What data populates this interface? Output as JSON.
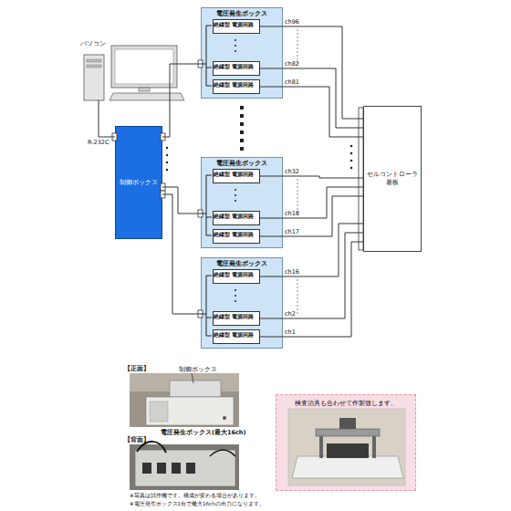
{
  "diagram": {
    "nodes": [
      {
        "text": [
          "パソコン"
        ]
      },
      {
        "text": [
          "制御ボックス"
        ]
      },
      {
        "text": [
          "電圧発生ボックス"
        ]
      },
      {
        "text": [
          "絶縁型 電源回路"
        ],
        "in": 2
      },
      {
        "text": [
          "絶縁型 電源回路"
        ],
        "in": 2
      },
      {
        "text": [
          "絶縁型 電源回路"
        ],
        "in": 2
      },
      {
        "text": [
          "電圧発生ボックス"
        ]
      },
      {
        "text": [
          "絶縁型 電源回路"
        ],
        "in": 6
      },
      {
        "text": [
          "絶縁型 電源回路"
        ],
        "in": 6
      },
      {
        "text": [
          "絶縁型 電源回路"
        ],
        "in": 6
      },
      {
        "text": [
          "電圧発生ボックス"
        ]
      },
      {
        "text": [
          "絶縁型 電源回路"
        ],
        "in": 10
      },
      {
        "text": [
          "絶縁型 電源回路"
        ],
        "in": 10
      },
      {
        "text": [
          "絶縁型 電源回路"
        ],
        "in": 10
      },
      {
        "text": [
          "セルコントローラ 基板"
        ]
      },
      {
        "text": [
          "検査治具も合わせて作製致します。"
        ]
      }
    ],
    "edges": [
      {
        "from": 0,
        "to": 1,
        "arrow": "none",
        "label": "R-232C"
      },
      {
        "from": 1,
        "to": 2,
        "arrow": "none"
      },
      {
        "from": 1,
        "to": 6,
        "arrow": "none"
      },
      {
        "from": 1,
        "to": 10,
        "arrow": "none"
      },
      {
        "from": 3,
        "to": 14,
        "arrow": "none",
        "label": "ch96"
      },
      {
        "from": 4,
        "to": 14,
        "arrow": "none",
        "label": "ch82"
      },
      {
        "from": 5,
        "to": 14,
        "arrow": "none",
        "label": "ch81"
      },
      {
        "from": 7,
        "to": 14,
        "arrow": "none",
        "label": "ch32"
      },
      {
        "from": 8,
        "to": 14,
        "arrow": "none",
        "label": "ch18"
      },
      {
        "from": 9,
        "to": 14,
        "arrow": "none",
        "label": "ch17"
      },
      {
        "from": 11,
        "to": 14,
        "arrow": "none",
        "label": "ch16"
      },
      {
        "from": 12,
        "to": 14,
        "arrow": "none",
        "label": "ch2"
      },
      {
        "from": 13,
        "to": 14,
        "arrow": "none",
        "label": "ch1"
      }
    ],
    "labels": [
      "【正面】",
      "制御ボックス",
      "電圧発生ボックス(最大16ch)",
      "【背面】",
      "※写真は試作機です。構成が変わる場合があります。",
      "※電圧発生ボックス1台で最大16chの出力になります。"
    ]
  }
}
